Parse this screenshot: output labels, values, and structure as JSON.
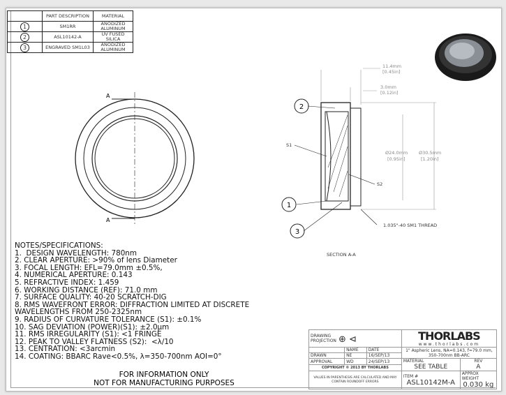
{
  "parts_table": {
    "headers": [
      "",
      "PART DESCRIPTION",
      "MATERIAL"
    ],
    "rows": [
      {
        "item": "1",
        "description": "SM1RR",
        "material": "ANODIZED ALUMINUM"
      },
      {
        "item": "2",
        "description": "ASL10142-A",
        "material": "UV FUSED SILICA"
      },
      {
        "item": "3",
        "description": "ENGRAVED SM1L03",
        "material": "ANODIZED ALUMINUM"
      }
    ]
  },
  "front_view": {
    "section_mark": "A"
  },
  "section_view": {
    "title": "SECTION A-A",
    "dim_length": "11.4mm",
    "dim_length_in": "[0.45in]",
    "dim_thread": "3.0mm",
    "dim_thread_in": "[0.12in]",
    "dim_inner": "Ø24.0mm",
    "dim_inner_in": "[0.95in]",
    "dim_outer": "Ø30.5mm",
    "dim_outer_in": "[1.20in]",
    "s1": "S1",
    "s2": "S2",
    "thread_note": "1.035\"-40 SM1 THREAD",
    "balloons": [
      "1",
      "2",
      "3"
    ]
  },
  "notes": {
    "title": "NOTES/SPECIFICATIONS:",
    "items": [
      "1.  DESIGN WAVELENGTH: 780nm",
      "2. CLEAR APERTURE: >90% of lens Diameter",
      "3. FOCAL LENGTH: EFL=79.0mm ±0.5%,",
      "4. NUMERICAL APERTURE: 0.143",
      "5. REFRACTIVE INDEX: 1.459",
      "6. WORKING DISTANCE (REF): 71.0 mm",
      "7. SURFACE QUALITY: 40-20 SCRATCH-DIG",
      "8. RMS WAVEFRONT ERROR: DIFFRACTION LIMITED AT DISCRETE",
      "WAVELENGTHS FROM 250-2325nm",
      "9. RADIUS OF CURVATURE TOLERANCE (S1): ±0.1%",
      "10. SAG DEVIATION (POWER)(S1): ±2.0µm",
      "11. RMS IRREGULARITY (S1): <1 FRINGE",
      "12. PEAK TO VALLEY FLATNESS (S2):  <λ/10",
      "13. CENTRATION: <3arcmin",
      "14. COATING: BBARC Rave<0.5%, λ=350-700nm AOI=0°"
    ]
  },
  "disclaimer": [
    "FOR INFORMATION ONLY",
    "NOT FOR MANUFACTURING PURPOSES"
  ],
  "title_block": {
    "projection_label": "DRAWING PROJECTION",
    "name_header": "NAME",
    "date_header": "DATE",
    "drawn_label": "DRAWN",
    "drawn_name": "NE",
    "drawn_date": "16/SEP/13",
    "approval_label": "APPROVAL",
    "approval_name": "WD",
    "approval_date": "24/SEP/13",
    "copyright": "COPYRIGHT © 2013 BY THORLABS",
    "values_note": "VALUES IN PARENTHESIS ARE CALCULATED AND MAY CONTAIN ROUNDOFF ERRORS",
    "logo": "THORLABS",
    "website": "www.thorlabs.com",
    "description": "1\" Aspheric Lens, NA=0.143, f=79.0 mm, 350-700nm BB-ARC",
    "material_label": "MATERIAL",
    "material_value": "SEE TABLE",
    "rev_label": "REV",
    "rev_value": "A",
    "item_label": "ITEM #",
    "item_value": "ASL10142M-A",
    "weight_label": "APPROX WEIGHT",
    "weight_value": "0.030 kg"
  }
}
